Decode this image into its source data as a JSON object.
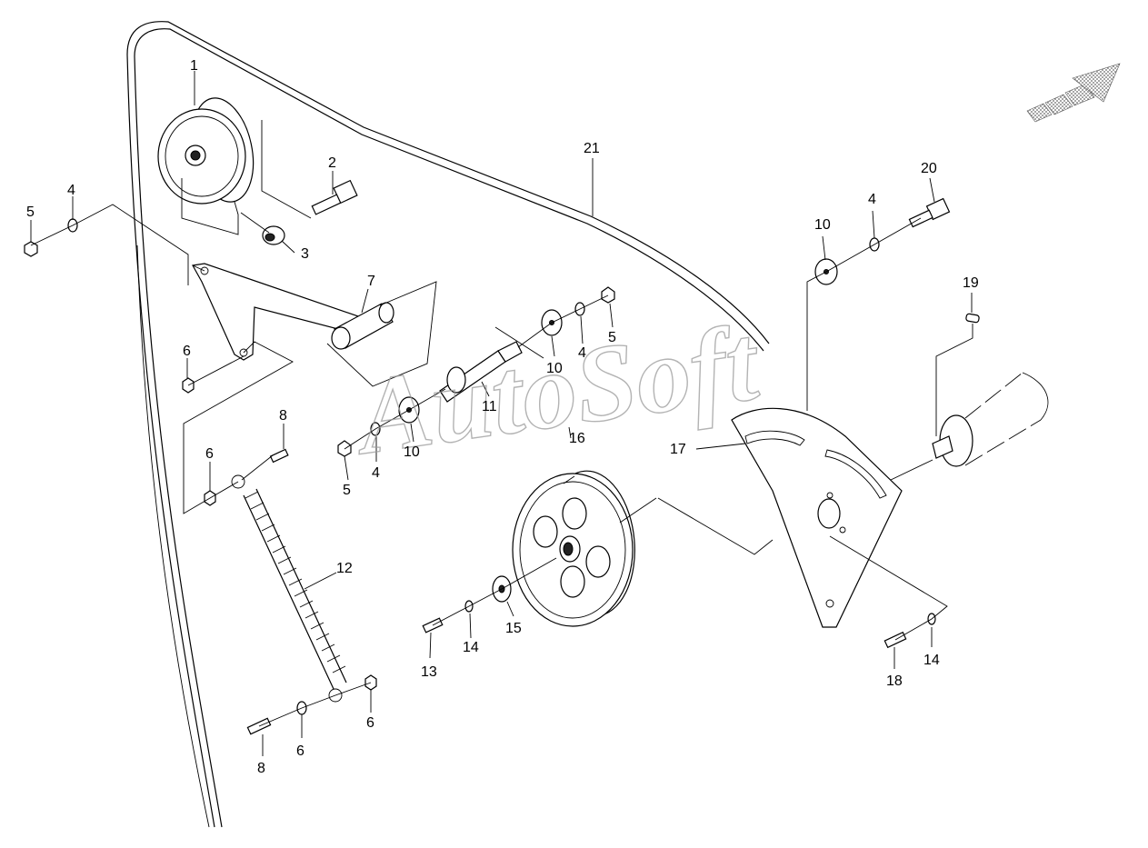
{
  "watermark": "AutoSoft",
  "callouts": {
    "c1": "1",
    "c2": "2",
    "c3": "3",
    "c4a": "4",
    "c5a": "5",
    "c6a": "6",
    "c7": "7",
    "c8a": "8",
    "c6b": "6",
    "c12": "12",
    "c8b": "8",
    "c6c": "6",
    "c6d": "6",
    "c10a": "10",
    "c4b": "4",
    "c5b": "5",
    "c11": "11",
    "c10b": "10",
    "c4c": "4",
    "c5c": "5",
    "c16": "16",
    "c17": "17",
    "c21": "21",
    "c10c": "10",
    "c4d": "4",
    "c20": "20",
    "c19": "19",
    "c15": "15",
    "c14a": "14",
    "c13": "13",
    "c18": "18",
    "c14b": "14"
  },
  "colors": {
    "line": "#000000",
    "watermark": "#9a9a9a",
    "arrow": "#888888"
  },
  "icons": {
    "direction": "front-arrow-icon"
  }
}
